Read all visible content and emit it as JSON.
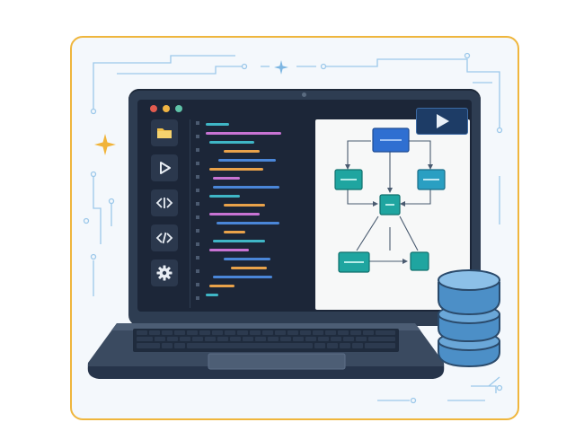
{
  "colors": {
    "frame_border": "#efb63d",
    "laptop_body": "#2e3d52",
    "screen_bg": "#1c2638",
    "accent_blue": "#2f6fd1",
    "accent_teal": "#1fa5a0",
    "database_blue": "#4c8fc7",
    "circuit_line": "#9cc8ea"
  },
  "window_controls": [
    "red-dot",
    "yellow-dot",
    "green-dot"
  ],
  "sidebar": {
    "icons": [
      "folder-icon",
      "play-icon",
      "code-tag-icon",
      "code-slash-icon",
      "gear-icon"
    ]
  },
  "diagram": {
    "nodes": [
      "top-node",
      "left-node",
      "right-node",
      "center-node",
      "bottom-left-node",
      "bottom-right-node"
    ]
  },
  "icons": {
    "play_button": "play-icon",
    "database": "database-icon",
    "sparkle": "sparkle-icon"
  }
}
